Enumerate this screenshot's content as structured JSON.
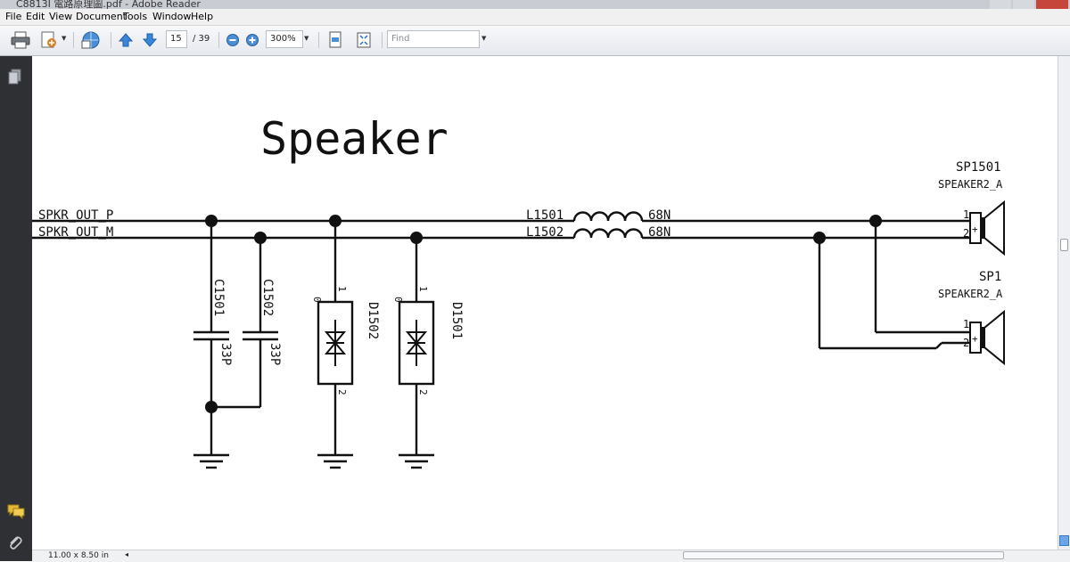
{
  "window": {
    "title": "C8813I 電路原理圖.pdf - Adobe Reader"
  },
  "menu": [
    "File",
    "Edit",
    "View",
    "Document",
    "Tools",
    "Window",
    "Help"
  ],
  "toolbar": {
    "page_current": "15",
    "page_total": "/ 39",
    "zoom": "300%",
    "find_placeholder": "Find"
  },
  "status": {
    "page_size": "11.00 x 8.50 in"
  },
  "schematic": {
    "title": "Speaker",
    "nets": {
      "p": "SPKR_OUT_P",
      "m": "SPKR_OUT_M"
    },
    "inductors": [
      {
        "ref": "L1501",
        "value": "68N"
      },
      {
        "ref": "L1502",
        "value": "68N"
      }
    ],
    "capacitors": [
      {
        "ref": "C1501",
        "value": "33P"
      },
      {
        "ref": "C1502",
        "value": "33P"
      }
    ],
    "diodes": [
      {
        "ref": "D1502",
        "pin1": "1",
        "pin2": "2",
        "pin0": "0"
      },
      {
        "ref": "D1501",
        "pin1": "1",
        "pin2": "2",
        "pin0": "0"
      }
    ],
    "speakers": [
      {
        "ref": "SP1501",
        "part": "SPEAKER2_A",
        "pin1": "1",
        "pin2": "2",
        "plus": "+"
      },
      {
        "ref": "SP1",
        "part": "SPEAKER2_A",
        "pin1": "1",
        "pin2": "2",
        "plus": "+"
      }
    ]
  }
}
